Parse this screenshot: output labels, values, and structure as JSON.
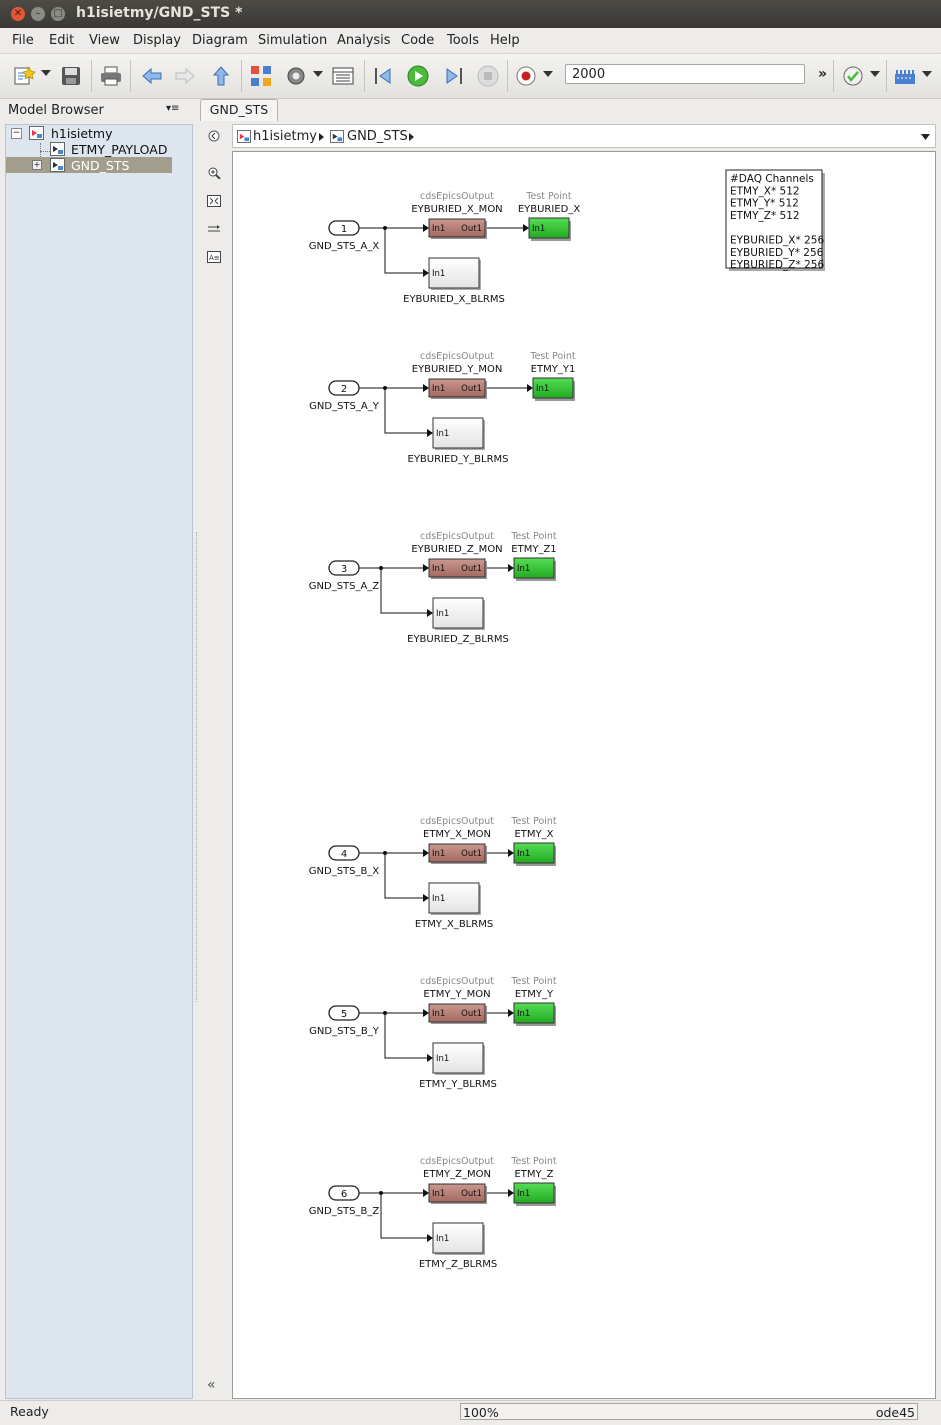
{
  "window": {
    "title": "h1isietmy/GND_STS *"
  },
  "menu": [
    "File",
    "Edit",
    "View",
    "Display",
    "Diagram",
    "Simulation",
    "Analysis",
    "Code",
    "Tools",
    "Help"
  ],
  "toolbar": {
    "stop_time": "2000",
    "more": "»"
  },
  "model_browser": {
    "title": "Model Browser",
    "tree": [
      {
        "label": "h1isietmy"
      },
      {
        "label": "ETMY_PAYLOAD"
      },
      {
        "label": "GND_STS"
      }
    ]
  },
  "tab": {
    "label": "GND_STS"
  },
  "breadcrumb": {
    "root": "h1isietmy",
    "current": "GND_STS"
  },
  "diagram": {
    "annotation": [
      "#DAQ Channels",
      "ETMY_X* 512",
      "ETMY_Y* 512",
      "ETMY_Z* 512",
      "",
      "EYBURIED_X* 256",
      "EYBURIED_Y* 256",
      "EYBURIED_Z* 256"
    ],
    "port_in_label": "In1",
    "port_out_label": "Out1",
    "groups": [
      {
        "num": "1",
        "inport": "GND_STS_A_X",
        "mon_type": "cdsEpicsOutput",
        "mon_name": "EYBURIED_X_MON",
        "tp_type": "Test Point",
        "tp_name": "EYBURIED_X",
        "blrms": "EYBURIED_X_BLRMS"
      },
      {
        "num": "2",
        "inport": "GND_STS_A_Y",
        "mon_type": "cdsEpicsOutput",
        "mon_name": "EYBURIED_Y_MON",
        "tp_type": "Test Point",
        "tp_name": "ETMY_Y1",
        "blrms": "EYBURIED_Y_BLRMS"
      },
      {
        "num": "3",
        "inport": "GND_STS_A_Z",
        "mon_type": "cdsEpicsOutput",
        "mon_name": "EYBURIED_Z_MON",
        "tp_type": "Test Point",
        "tp_name": "ETMY_Z1",
        "blrms": "EYBURIED_Z_BLRMS"
      },
      {
        "num": "4",
        "inport": "GND_STS_B_X",
        "mon_type": "cdsEpicsOutput",
        "mon_name": "ETMY_X_MON",
        "tp_type": "Test Point",
        "tp_name": "ETMY_X",
        "blrms": "ETMY_X_BLRMS"
      },
      {
        "num": "5",
        "inport": "GND_STS_B_Y",
        "mon_type": "cdsEpicsOutput",
        "mon_name": "ETMY_Y_MON",
        "tp_type": "Test Point",
        "tp_name": "ETMY_Y",
        "blrms": "ETMY_Y_BLRMS"
      },
      {
        "num": "6",
        "inport": "GND_STS_B_Z",
        "mon_type": "cdsEpicsOutput",
        "mon_name": "ETMY_Z_MON",
        "tp_type": "Test Point",
        "tp_name": "ETMY_Z",
        "blrms": "ETMY_Z_BLRMS"
      }
    ]
  },
  "status": {
    "state": "Ready",
    "zoom": "100%",
    "solver": "ode45"
  },
  "colors": {
    "epics_block": "#b9837b",
    "testpoint_block": "#3cc83c",
    "tree_selected": "#a39d8c",
    "title_bar": "#3f3e3a"
  }
}
